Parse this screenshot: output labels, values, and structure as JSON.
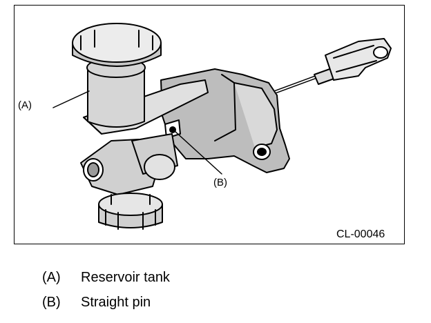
{
  "figure": {
    "callouts": {
      "a": "(A)",
      "b": "(B)"
    },
    "code": "CL-00046"
  },
  "legend": {
    "items": [
      {
        "key": "(A)",
        "label": "Reservoir tank"
      },
      {
        "key": "(B)",
        "label": "Straight pin"
      }
    ]
  }
}
